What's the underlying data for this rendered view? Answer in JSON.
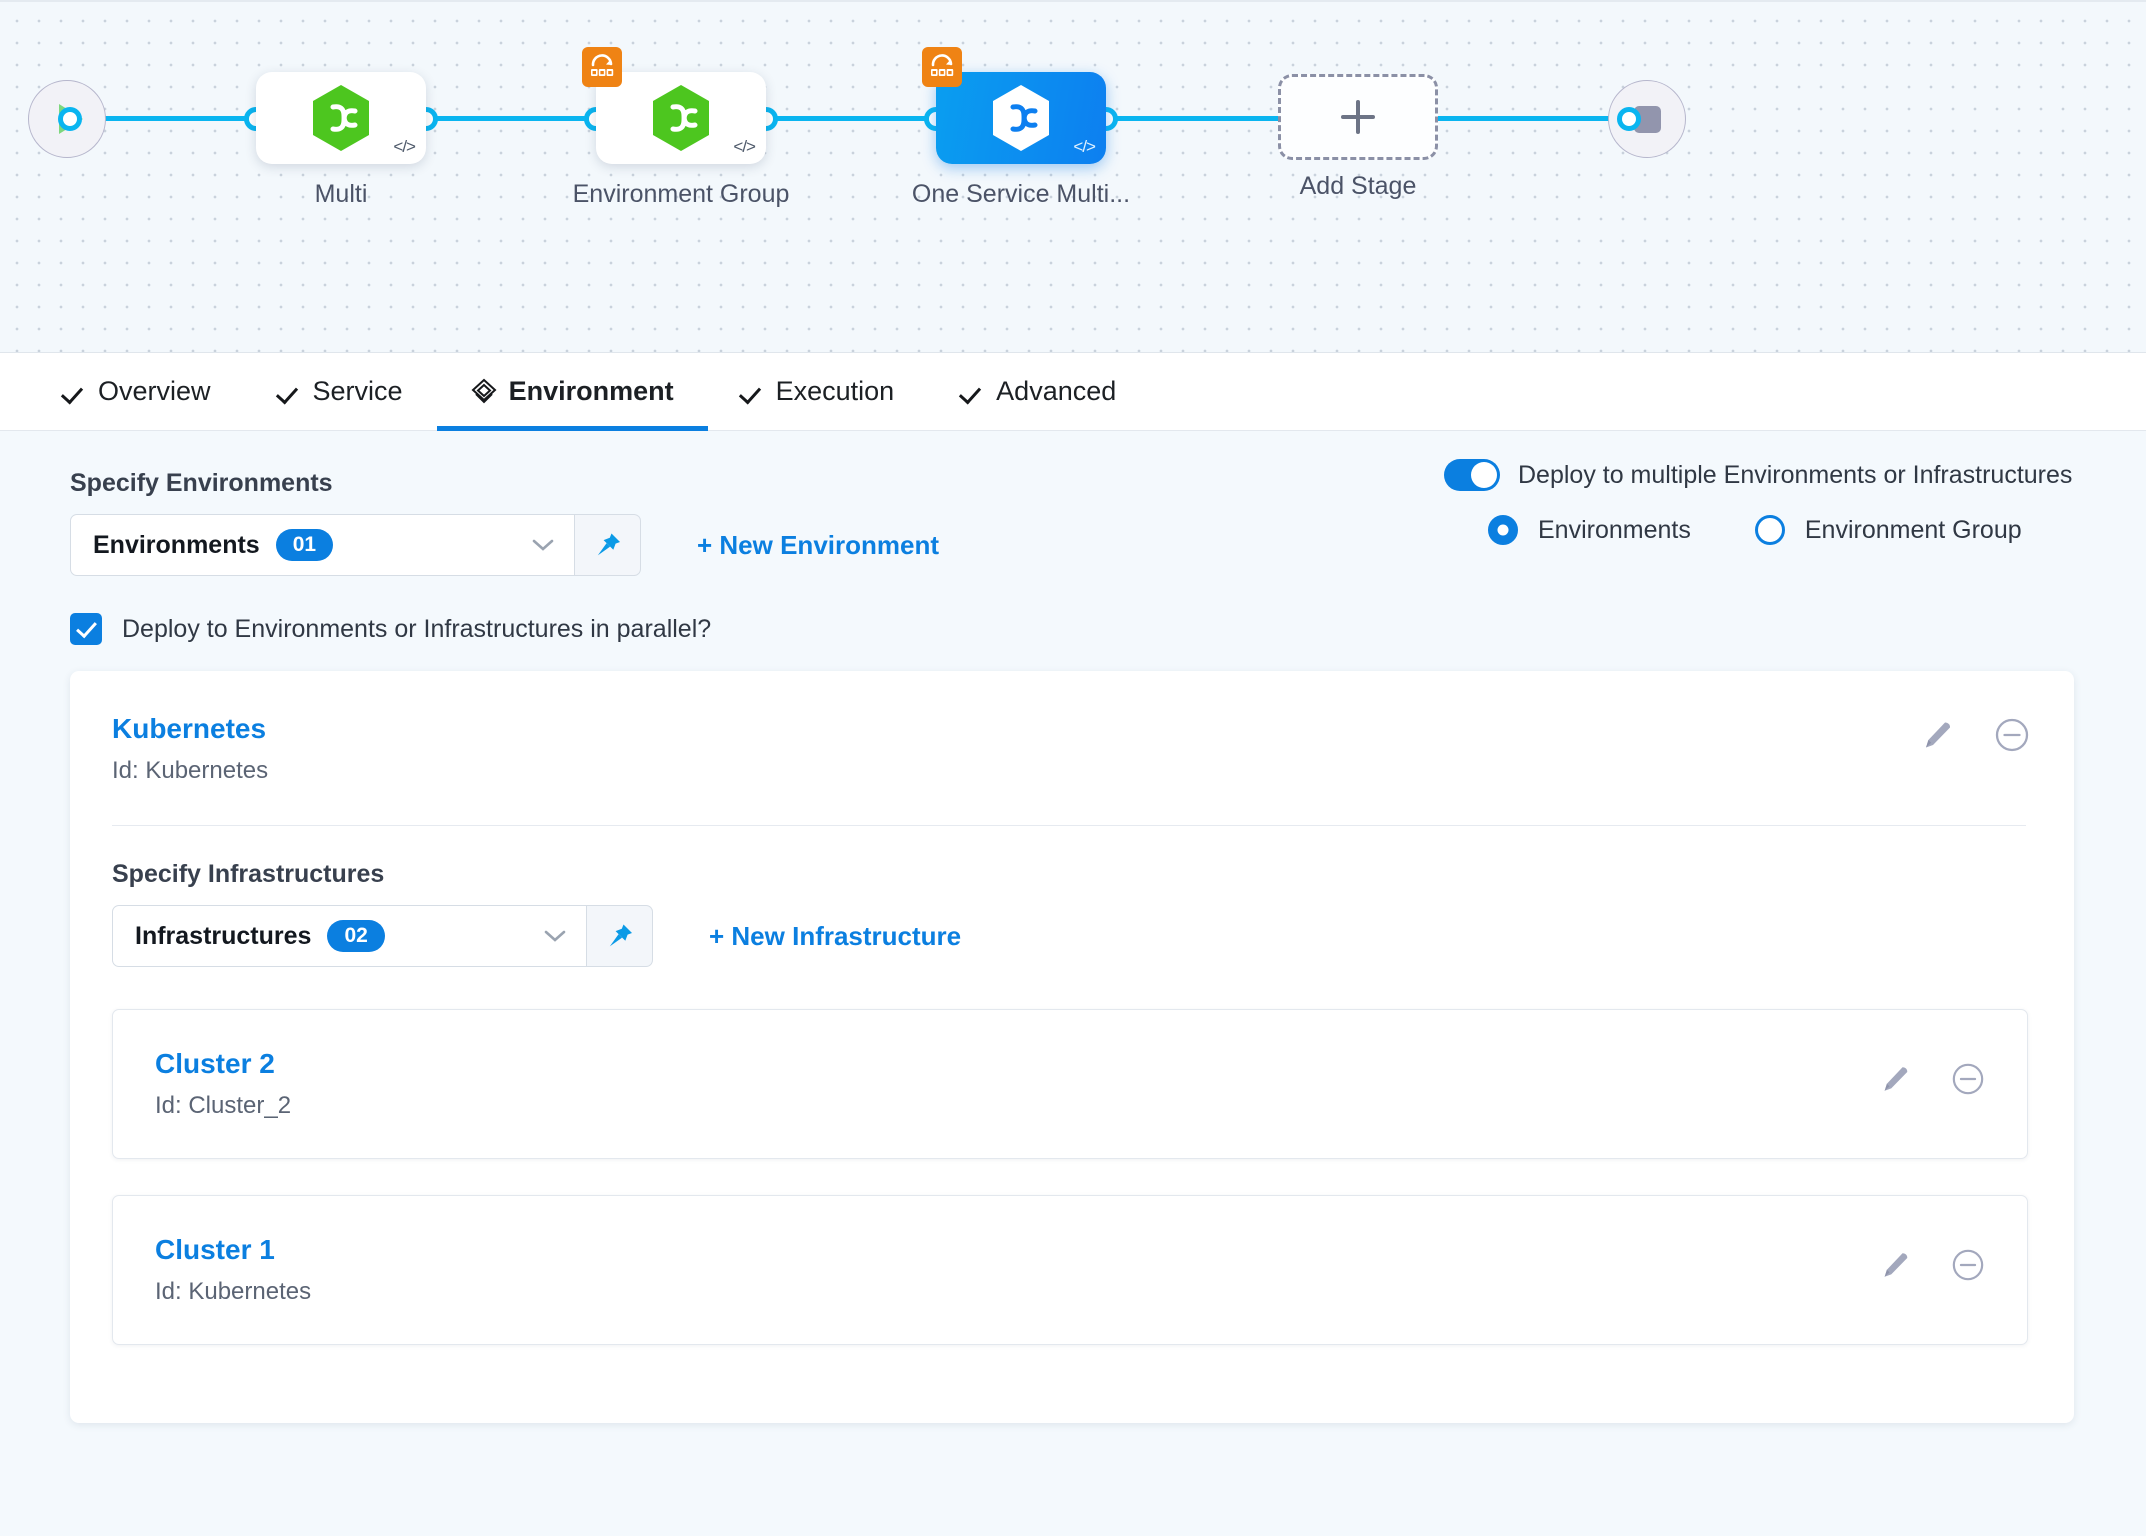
{
  "pipeline": {
    "start_icon": "play-icon",
    "end_icon": "stop-icon",
    "add_stage_label": "Add Stage",
    "stages": [
      {
        "label": "Multi",
        "icon": "harness-hexagon-icon",
        "code_badge": "</>",
        "multi_badge": false,
        "selected": false
      },
      {
        "label": "Environment Group",
        "icon": "harness-hexagon-icon",
        "code_badge": "</>",
        "multi_badge": true,
        "selected": false
      },
      {
        "label": "One Service Multi...",
        "icon": "harness-hexagon-icon",
        "code_badge": "</>",
        "multi_badge": true,
        "selected": true
      }
    ]
  },
  "tabs": [
    {
      "label": "Overview",
      "icon": "check-icon",
      "active": false
    },
    {
      "label": "Service",
      "icon": "check-icon",
      "active": false
    },
    {
      "label": "Environment",
      "icon": "layers-diamond-icon",
      "active": true
    },
    {
      "label": "Execution",
      "icon": "check-icon",
      "active": false
    },
    {
      "label": "Advanced",
      "icon": "check-icon",
      "active": false
    }
  ],
  "environments_section": {
    "title": "Specify Environments",
    "dropdown_label": "Environments",
    "dropdown_count": "01",
    "new_link": "+ New Environment",
    "pin_icon": "pin-icon",
    "chevron_icon": "chevron-down-icon"
  },
  "deploy_options": {
    "toggle_label": "Deploy to multiple Environments or Infrastructures",
    "toggle_on": true,
    "radios": [
      {
        "label": "Environments",
        "selected": true
      },
      {
        "label": "Environment Group",
        "selected": false
      }
    ]
  },
  "parallel_checkbox": {
    "label": "Deploy to Environments or Infrastructures in parallel?",
    "checked": true
  },
  "environment_card": {
    "name": "Kubernetes",
    "id_text": "Id: Kubernetes",
    "edit_icon": "pencil-icon",
    "remove_icon": "minus-circle-icon"
  },
  "infrastructures_section": {
    "title": "Specify Infrastructures",
    "dropdown_label": "Infrastructures",
    "dropdown_count": "02",
    "new_link": "+ New Infrastructure",
    "pin_icon": "pin-icon",
    "chevron_icon": "chevron-down-icon",
    "items": [
      {
        "name": "Cluster 2",
        "id_text": "Id: Cluster_2",
        "edit_icon": "pencil-icon",
        "remove_icon": "minus-circle-icon"
      },
      {
        "name": "Cluster 1",
        "id_text": "Id: Kubernetes",
        "edit_icon": "pencil-icon",
        "remove_icon": "minus-circle-icon"
      }
    ]
  },
  "colors": {
    "accent_blue": "#0b7fe0",
    "link_blue": "#0b7fe0",
    "pipeline_line": "#0ab5f0",
    "stage_selected": "#0d7ff0",
    "harness_green": "#4dc61f",
    "multi_badge_orange": "#ef8314",
    "page_bg": "#f4f9fd",
    "muted_icon": "#a3a8bd"
  }
}
